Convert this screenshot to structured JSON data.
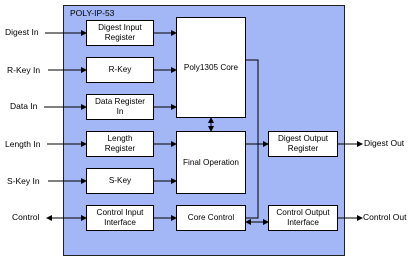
{
  "container": {
    "title": "POLY-IP-53"
  },
  "blocks": {
    "digest_input": "Digest Input\nRegister",
    "rkey": "R-Key",
    "data_register": "Data Register\nIn",
    "length_register": "Length\nRegister",
    "skey": "S-Key",
    "control_input": "Control Input\nInterface",
    "poly_core": "Poly1305 Core",
    "final_op": "Final Operation",
    "core_control": "Core Control",
    "digest_output": "Digest Output\nRegister",
    "control_output": "Control Output\nInterface"
  },
  "inputs": {
    "digest_in": "Digest In",
    "rkey_in": "R-Key In",
    "data_in": "Data In",
    "length_in": "Length In",
    "skey_in": "S-Key In",
    "control": "Control"
  },
  "outputs": {
    "digest_out": "Digest Out",
    "control_out": "Control Out"
  },
  "colors": {
    "core_fill": "#a3b6f5",
    "block_fill": "#ffffff",
    "line": "#000000"
  }
}
